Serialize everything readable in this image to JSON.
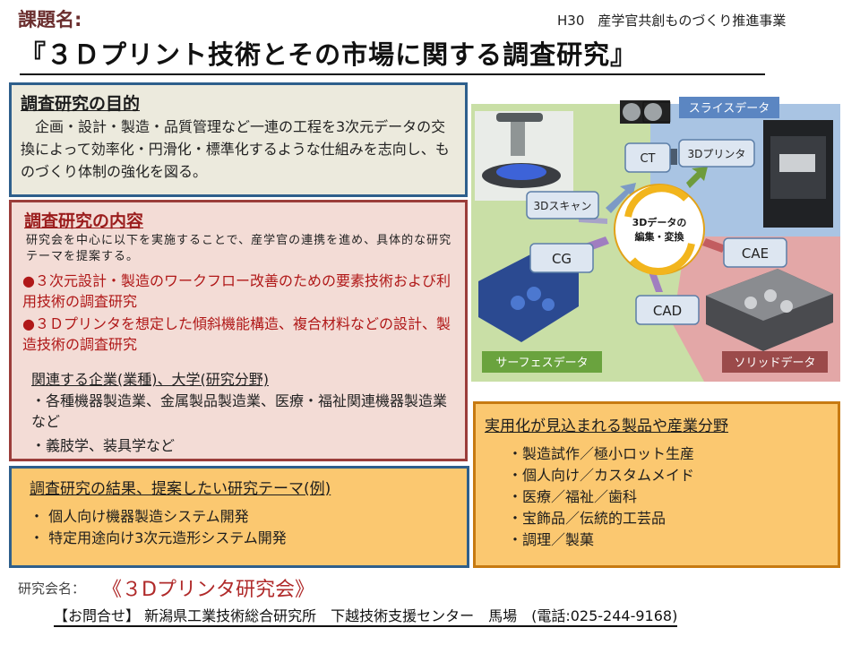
{
  "header": {
    "label_title": "課題名:",
    "project": "H30　産学官共創ものづくり推進事業",
    "title": "『３Ｄプリント技術とその市場に関する調査研究』"
  },
  "purpose": {
    "heading": "調査研究の目的",
    "body": "　企画・設計・製造・品質管理など一連の工程を3次元データの交換によって効率化・円滑化・標準化するような仕組みを志向し、ものづくり体制の強化を図る。"
  },
  "content": {
    "heading": "調査研究の内容",
    "intro": "研究会を中心に以下を実施することで、産学官の連携を進め、具体的な研究テーマを提案する。",
    "bullets": [
      "●３次元設計・製造のワークフロー改善のための要素技術および利用技術の調査研究",
      "●３Ｄプリンタを想定した傾斜機能構造、複合材料などの設計、製造技術の調査研究"
    ],
    "related_heading": "関連する企業(業種)、大学(研究分野)",
    "related": [
      "・各種機器製造業、金属製品製造業、医療・福祉関連機器製造業など",
      "・義肢学、装具学など"
    ]
  },
  "result": {
    "heading": "調査研究の結果、提案したい研究テーマ(例)",
    "items": [
      "・ 個人向け機器製造システム開発",
      "・ 特定用途向け3次元造形システム開発"
    ]
  },
  "field": {
    "heading": "実用化が見込まれる製品や産業分野",
    "items": [
      "・製造試作／極小ロット生産",
      "・個人向け／カスタムメイド",
      "・医療／福祉／歯科",
      "・宝飾品／伝統的工芸品",
      "・調理／製菓"
    ]
  },
  "diagram": {
    "slice_label": "スライスデータ",
    "ct": "CT",
    "printer": "3Dプリンタ",
    "scan": "3Dスキャン",
    "center_line1": "3Dデータの",
    "center_line2": "編集・変換",
    "cg": "CG",
    "cae": "CAE",
    "cad": "CAD",
    "surface_label": "サーフェスデータ",
    "solid_label": "ソリッドデータ",
    "colors": {
      "green_bg": "#c9dfa6",
      "blue_bg": "#a9c4e3",
      "red_bg": "#e3a7a7",
      "node_fill": "#dde6f1",
      "node_border": "#5d7fa8",
      "center_ring": "#f2b51d",
      "label_fill": "#5b86c2"
    }
  },
  "footer": {
    "label_society": "研究会名：",
    "society_name": "《３Dプリンタ研究会》",
    "contact": "【お問合せ】 新潟県工業技術総合研究所　下越技術支援センター　馬場　(電話:025-244-9168)"
  }
}
